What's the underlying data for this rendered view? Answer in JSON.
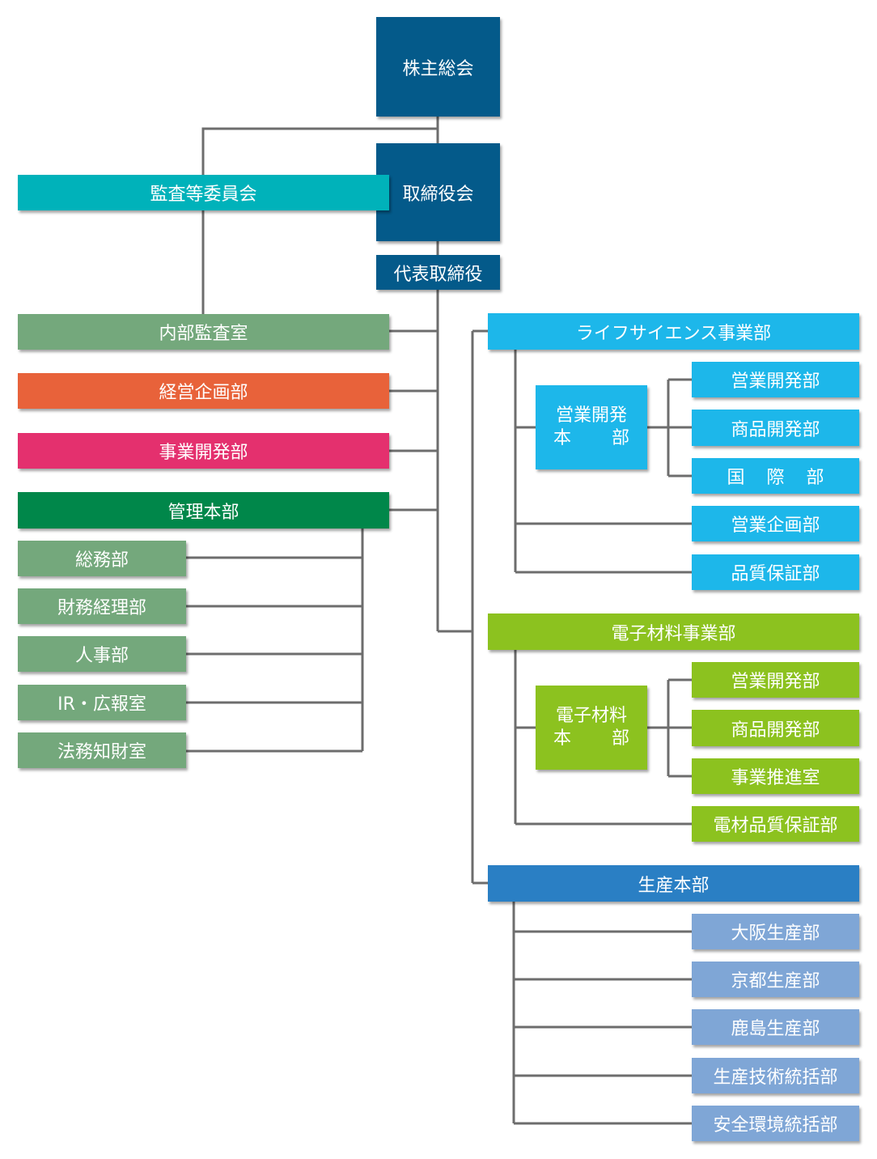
{
  "top": {
    "shareholders": "株主総会",
    "board": "取締役会",
    "ceo": "代表取締役",
    "audit_committee": "監査等委員会"
  },
  "staff": {
    "internal_audit": "内部監査室",
    "corporate_planning": "経営企画部",
    "business_development": "事業開発部",
    "administration": "管理本部"
  },
  "administration_units": [
    "総務部",
    "財務経理部",
    "人事部",
    "IR・広報室",
    "法務知財室"
  ],
  "life_science": {
    "title": "ライフサイエンス事業部",
    "hq_line1": "営業開発",
    "hq_line2_a": "本",
    "hq_line2_b": "部",
    "hq_units": [
      "営業開発部",
      "商品開発部"
    ],
    "intl_a": "国",
    "intl_b": "際",
    "intl_c": "部",
    "units": [
      "営業企画部",
      "品質保証部"
    ]
  },
  "electronic_materials": {
    "title": "電子材料事業部",
    "hq_line1": "電子材料",
    "hq_line2_a": "本",
    "hq_line2_b": "部",
    "hq_units": [
      "営業開発部",
      "商品開発部",
      "事業推進室"
    ],
    "units": [
      "電材品質保証部"
    ]
  },
  "production": {
    "title": "生産本部",
    "units": [
      "大阪生産部",
      "京都生産部",
      "鹿島生産部",
      "生産技術統括部",
      "安全環境統括部"
    ]
  },
  "colors": {
    "connector": "#6d6d6d",
    "top": "#045a8a",
    "audit": "#00b2ba",
    "internal_audit": "#74a87c",
    "planning": "#e8623a",
    "business_development": "#e4306e",
    "administration": "#00874a",
    "life_science": "#1db7ea",
    "electronic_materials": "#8cc21f",
    "production": "#2a7fc4",
    "production_units": "#7fa6d6"
  }
}
